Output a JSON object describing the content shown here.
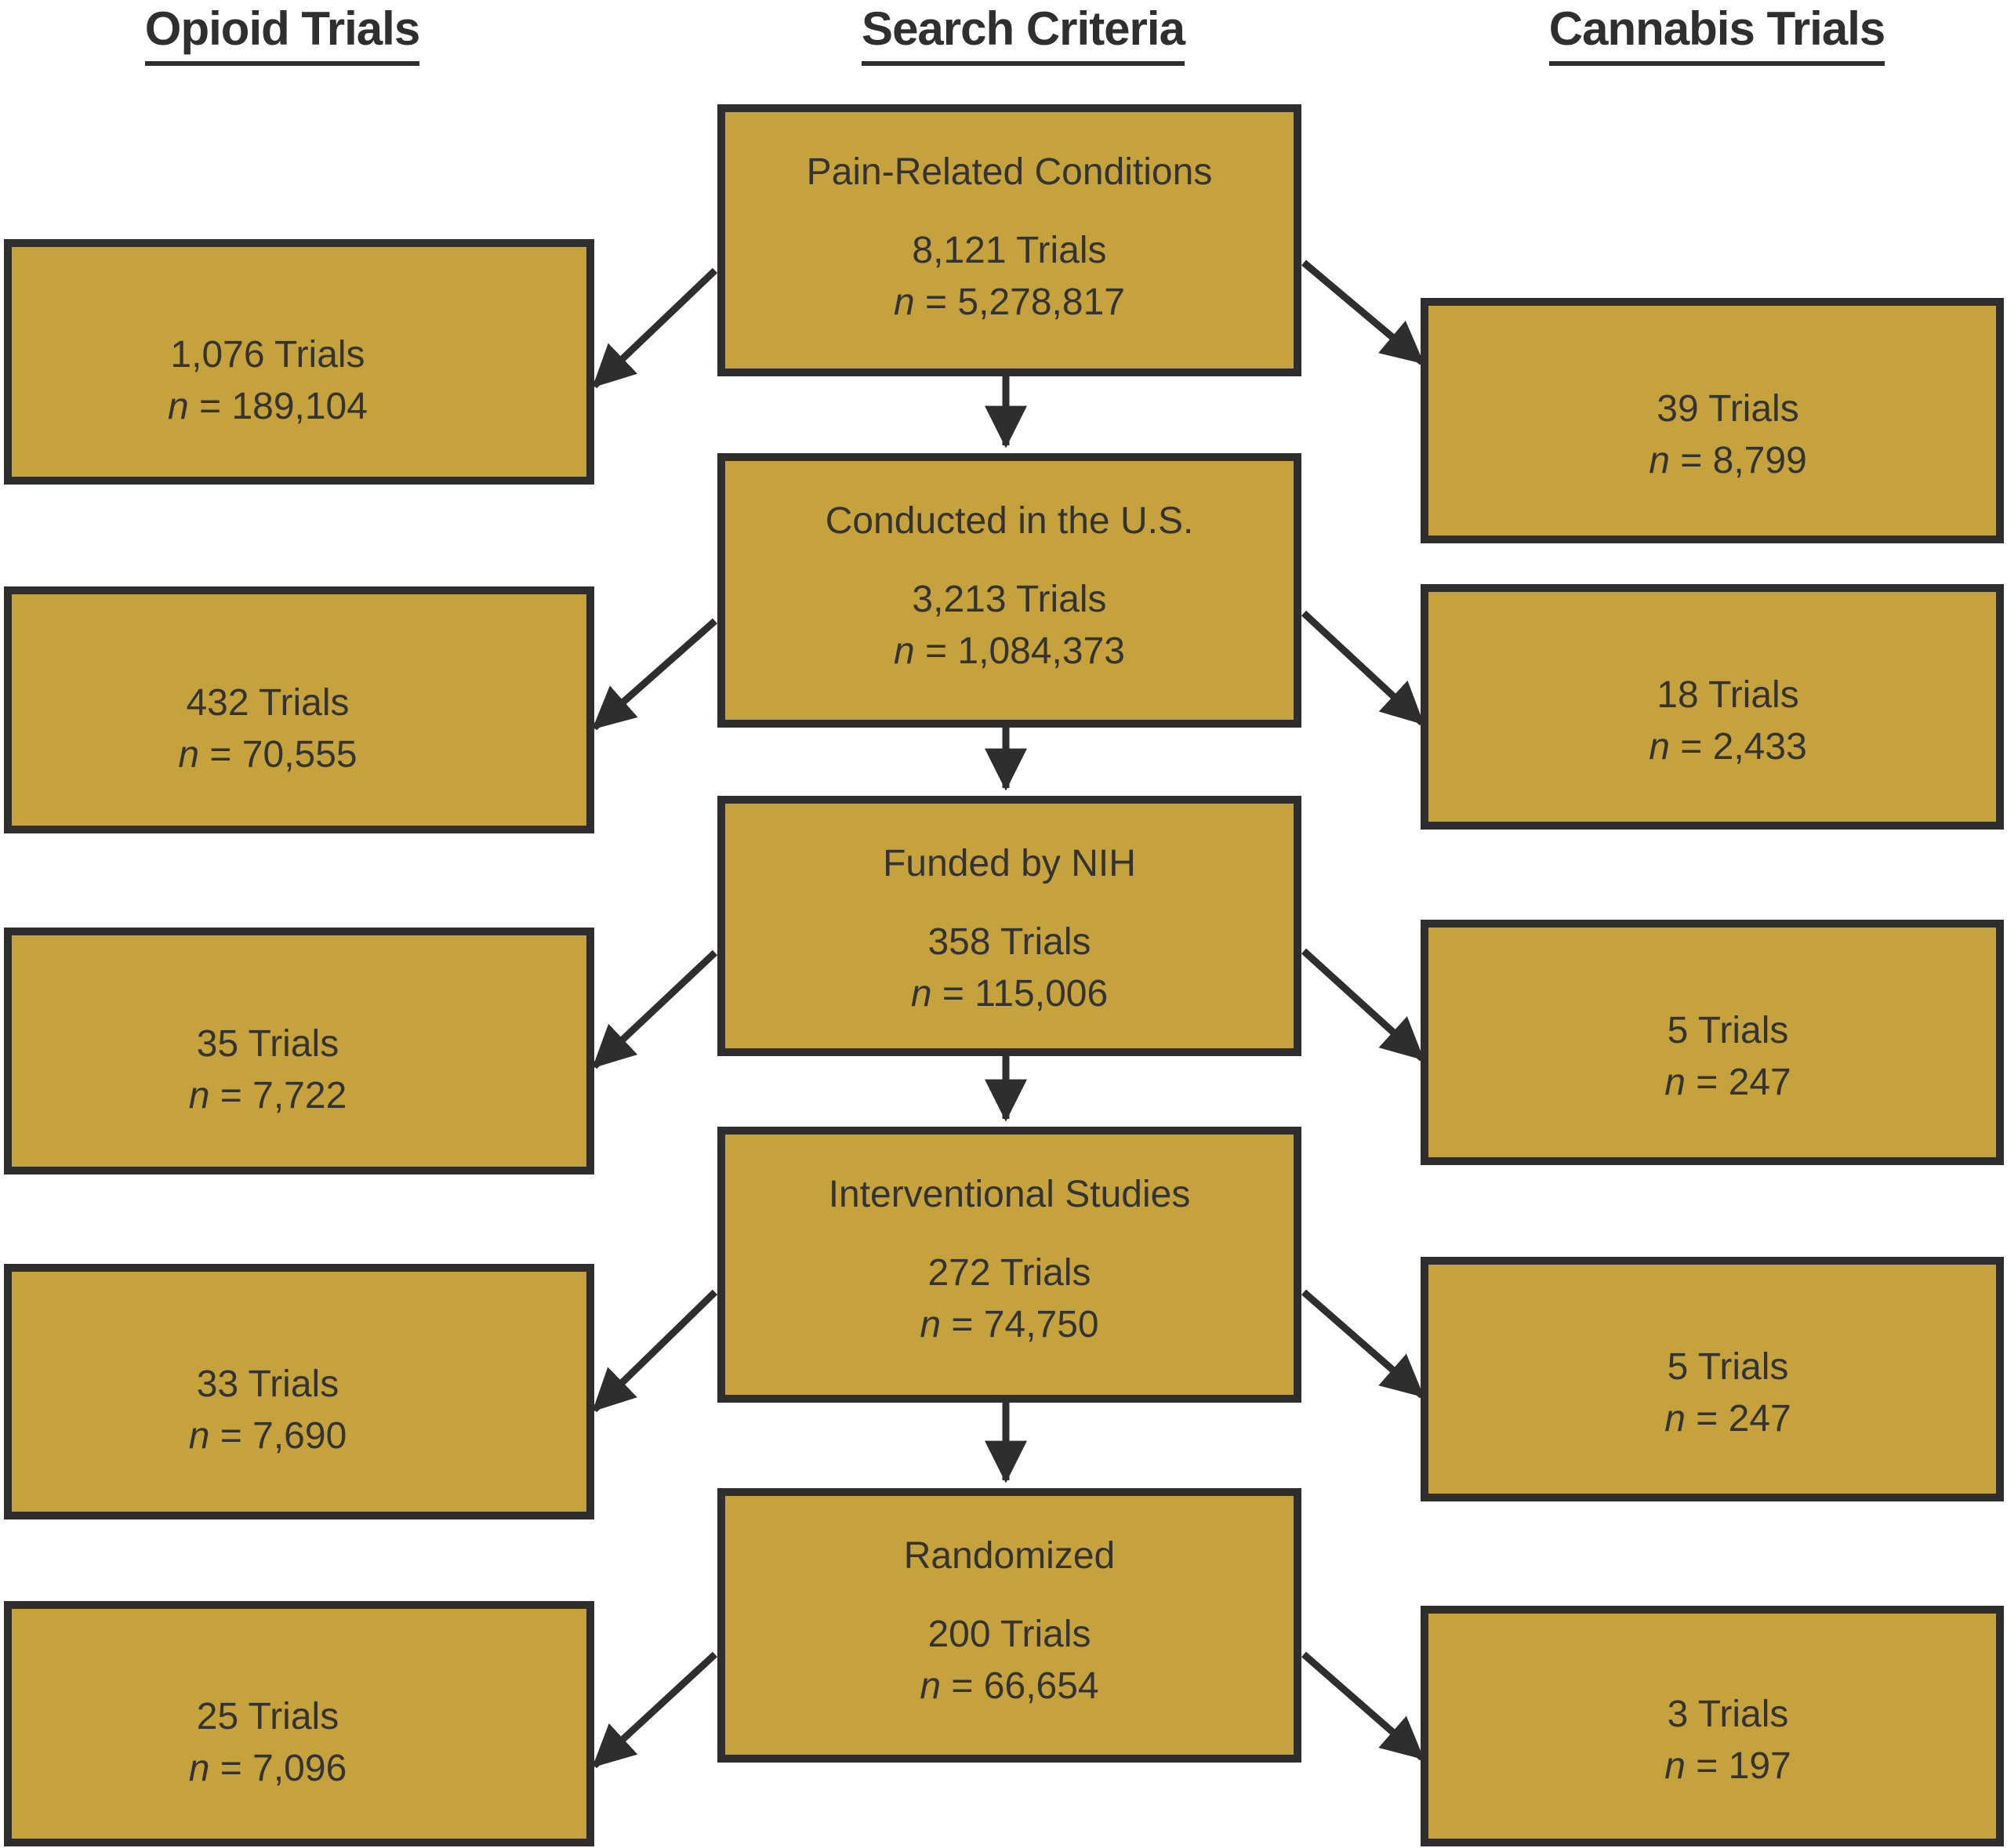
{
  "headers": {
    "opioid": "Opioid Trials",
    "search": "Search Criteria",
    "cannabis": "Cannabis Trials"
  },
  "colors": {
    "box_fill": "#C6A23C",
    "box_border": "#2E2E2E",
    "text": "#333333",
    "arrow": "#2E2E2E",
    "background": "#FFFFFF"
  },
  "center_steps": [
    {
      "label": "Pain-Related Conditions",
      "trials": "8,121 Trials",
      "n_sym": "n",
      "n_rest": " = 5,278,817"
    },
    {
      "label": "Conducted in the U.S.",
      "trials": "3,213 Trials",
      "n_sym": "n",
      "n_rest": " = 1,084,373"
    },
    {
      "label": "Funded by NIH",
      "trials": "358 Trials",
      "n_sym": "n",
      "n_rest": " = 115,006"
    },
    {
      "label": "Interventional Studies",
      "trials": "272 Trials",
      "n_sym": "n",
      "n_rest": " = 74,750"
    },
    {
      "label": "Randomized",
      "trials": "200 Trials",
      "n_sym": "n",
      "n_rest": " = 66,654"
    }
  ],
  "opioid_steps": [
    {
      "trials": "1,076 Trials",
      "n_sym": "n",
      "n_rest": " = 189,104"
    },
    {
      "trials": "432 Trials",
      "n_sym": "n",
      "n_rest": " = 70,555"
    },
    {
      "trials": "35 Trials",
      "n_sym": "n",
      "n_rest": " = 7,722"
    },
    {
      "trials": "33 Trials",
      "n_sym": "n",
      "n_rest": " = 7,690"
    },
    {
      "trials": "25 Trials",
      "n_sym": "n",
      "n_rest": " = 7,096"
    }
  ],
  "cannabis_steps": [
    {
      "trials": "39 Trials",
      "n_sym": "n",
      "n_rest": " = 8,799"
    },
    {
      "trials": "18 Trials",
      "n_sym": "n",
      "n_rest": " = 2,433"
    },
    {
      "trials": "5 Trials",
      "n_sym": "n",
      "n_rest": " = 247"
    },
    {
      "trials": "5 Trials",
      "n_sym": "n",
      "n_rest": " = 247"
    },
    {
      "trials": "3 Trials",
      "n_sym": "n",
      "n_rest": " = 197"
    }
  ]
}
